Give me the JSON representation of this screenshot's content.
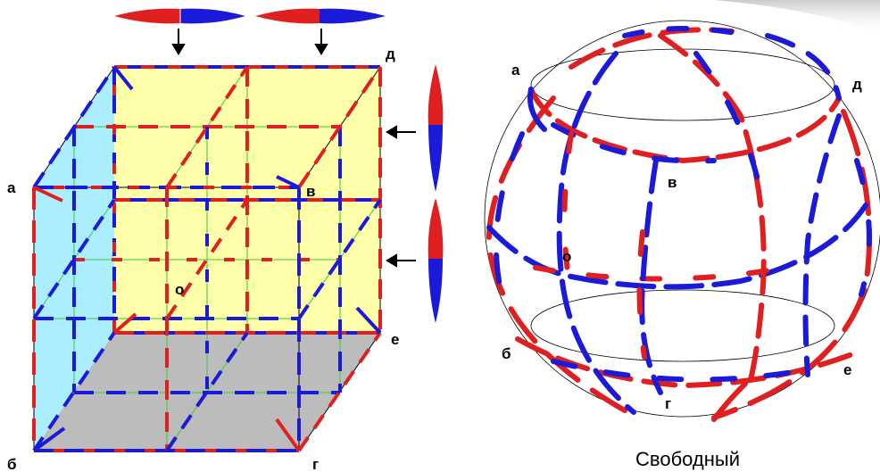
{
  "labels": {
    "cube": {
      "a": "а",
      "b": "б",
      "v": "в",
      "g": "г",
      "d": "д",
      "e": "е",
      "o": "о"
    },
    "sphere": {
      "a": "а",
      "b": "б",
      "v": "в",
      "g": "г",
      "d": "д",
      "e": "е",
      "o": "о"
    }
  },
  "caption": "Свободный",
  "colors": {
    "red": "#e02020",
    "blue": "#1a1ad8",
    "yellow": "#ffffaa",
    "cyan": "#aaeeff",
    "gray": "#bcbcbc",
    "green": "#33cc33"
  },
  "icons": {
    "magnet": "magnet-icon",
    "arrow": "arrow-icon"
  }
}
